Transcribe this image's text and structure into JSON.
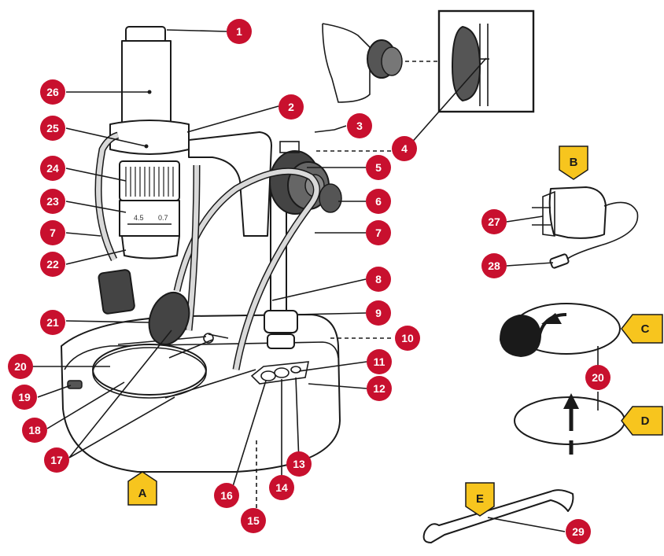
{
  "colors": {
    "callout_fill": "#c8102e",
    "tag_fill": "#f7c51e",
    "outline": "#1a1a1a",
    "part_grey": "#d9d9d9",
    "part_dark": "#555555"
  },
  "scale_labels": [
    "4.5",
    "0.7"
  ],
  "callouts": [
    {
      "id": "c1",
      "label": "1"
    },
    {
      "id": "c2",
      "label": "2"
    },
    {
      "id": "c3",
      "label": "3"
    },
    {
      "id": "c4",
      "label": "4"
    },
    {
      "id": "c5",
      "label": "5"
    },
    {
      "id": "c6",
      "label": "6"
    },
    {
      "id": "c7a",
      "label": "7"
    },
    {
      "id": "c7b",
      "label": "7"
    },
    {
      "id": "c8",
      "label": "8"
    },
    {
      "id": "c9",
      "label": "9"
    },
    {
      "id": "c10",
      "label": "10"
    },
    {
      "id": "c11",
      "label": "11"
    },
    {
      "id": "c12",
      "label": "12"
    },
    {
      "id": "c13",
      "label": "13"
    },
    {
      "id": "c14",
      "label": "14"
    },
    {
      "id": "c15",
      "label": "15"
    },
    {
      "id": "c16",
      "label": "16"
    },
    {
      "id": "c17",
      "label": "17"
    },
    {
      "id": "c18",
      "label": "18"
    },
    {
      "id": "c19",
      "label": "19"
    },
    {
      "id": "c20a",
      "label": "20"
    },
    {
      "id": "c20b",
      "label": "20"
    },
    {
      "id": "c21",
      "label": "21"
    },
    {
      "id": "c22",
      "label": "22"
    },
    {
      "id": "c23",
      "label": "23"
    },
    {
      "id": "c24",
      "label": "24"
    },
    {
      "id": "c25",
      "label": "25"
    },
    {
      "id": "c26",
      "label": "26"
    },
    {
      "id": "c27",
      "label": "27"
    },
    {
      "id": "c28",
      "label": "28"
    },
    {
      "id": "c29",
      "label": "29"
    }
  ],
  "tags": [
    {
      "id": "tA",
      "label": "A"
    },
    {
      "id": "tB",
      "label": "B"
    },
    {
      "id": "tC",
      "label": "C"
    },
    {
      "id": "tD",
      "label": "D"
    },
    {
      "id": "tE",
      "label": "E"
    }
  ]
}
